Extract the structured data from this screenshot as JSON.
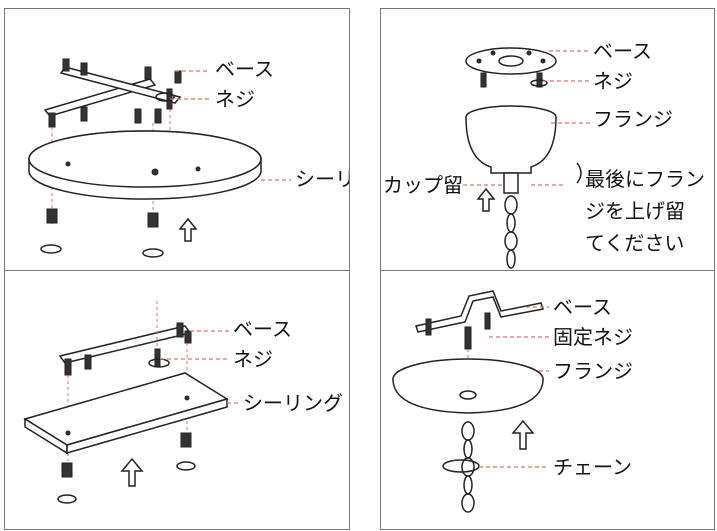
{
  "panel_top_left": {
    "label_base": "ベース",
    "label_screw": "ネジ",
    "label_ceiling": "シーリング"
  },
  "panel_bottom_left": {
    "label_base": "ベース",
    "label_screw": "ネジ",
    "label_ceiling": "シーリング"
  },
  "panel_top_right": {
    "label_base": "ベース",
    "label_screw": "ネジ",
    "label_flange": "フランジ",
    "label_cup": "カップ留",
    "note_line1": "最後にフラン",
    "note_line2": "ジを上げ留",
    "note_line3": "てください"
  },
  "panel_bottom_right": {
    "label_base": "ベース",
    "label_fixing_screw": "固定ネジ",
    "label_flange": "フランジ",
    "label_chain": "チェーン"
  }
}
